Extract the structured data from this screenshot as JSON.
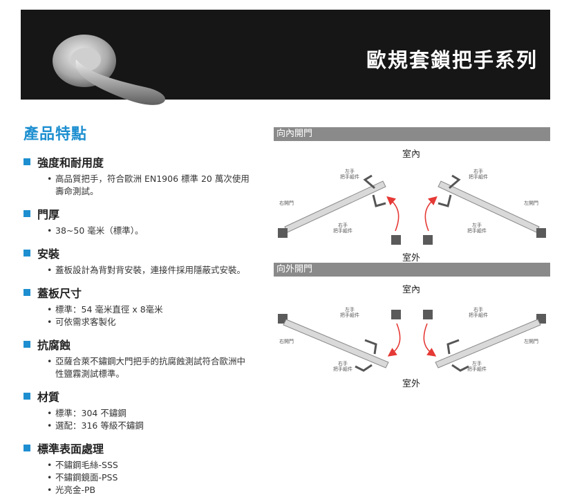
{
  "banner": {
    "title": "歐規套鎖把手系列"
  },
  "features": {
    "title": "產品特點",
    "sections": [
      {
        "heading": "強度和耐用度",
        "items": [
          "高品質把手，符合歐洲 EN1906 標準 20 萬次使用壽命測試。"
        ]
      },
      {
        "heading": "門厚",
        "items": [
          "38~50 毫米（標準）。"
        ]
      },
      {
        "heading": "安裝",
        "items": [
          "蓋板設計為背對背安裝，連接件採用隱蔽式安裝。"
        ]
      },
      {
        "heading": "蓋板尺寸",
        "items": [
          "標準：54 毫米直徑 x 8毫米",
          "可依需求客製化"
        ]
      },
      {
        "heading": "抗腐蝕",
        "items": [
          "亞薩合萊不鏽鋼大門把手的抗腐蝕測試符合歐洲中性鹽霧測試標準。"
        ]
      },
      {
        "heading": "材質",
        "items": [
          "標準：304 不鏽鋼",
          "選配：316 等級不鏽鋼"
        ]
      },
      {
        "heading": "標準表面處理",
        "items": [
          "不鏽鋼毛絲-SSS",
          "不鏽鋼鏡面-PSS",
          "光亮金-PB"
        ]
      }
    ]
  },
  "inward": {
    "bar": "向內開門",
    "top_label": "室內",
    "bottom_label": "室外",
    "left_door": "右開門",
    "right_door": "左開門",
    "left_top_handle": "左手\n把手組件",
    "left_bottom_handle": "右手\n把手組件",
    "right_top_handle": "右手\n把手組件",
    "right_bottom_handle": "左手\n把手組件"
  },
  "outward": {
    "bar": "向外開門",
    "top_label": "室內",
    "bottom_label": "室外",
    "left_door": "右開門",
    "right_door": "左開門",
    "left_top_handle": "左手\n把手組件",
    "left_bottom_handle": "右手\n把手組件",
    "right_top_handle": "右手\n把手組件",
    "right_bottom_handle": "左手\n把手組件"
  },
  "colors": {
    "accent": "#1d8fd0",
    "arrow": "#e53935",
    "banner": "#161616"
  }
}
